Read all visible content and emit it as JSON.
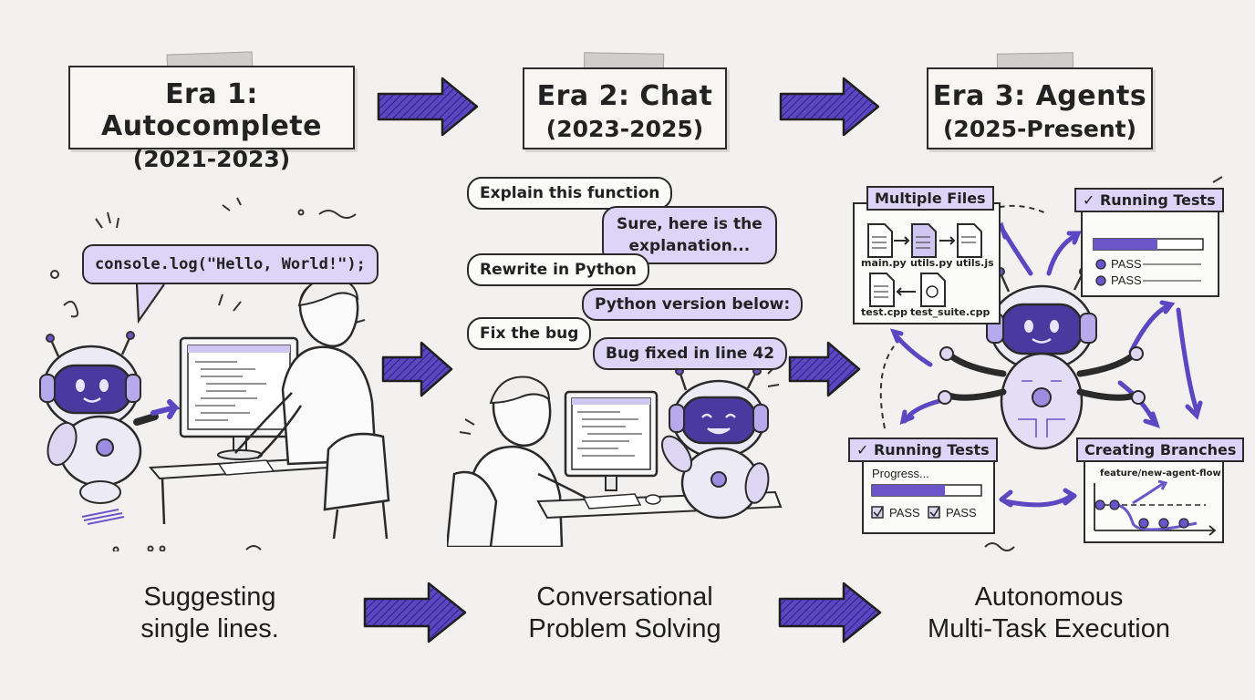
{
  "eras": [
    {
      "title": "Era 1: Autocomplete",
      "years": "(2021-2023)",
      "caption_line1": "Suggesting",
      "caption_line2": "single lines."
    },
    {
      "title": "Era 2: Chat",
      "years": "(2023-2025)",
      "caption_line1": "Conversational",
      "caption_line2": "Problem Solving"
    },
    {
      "title": "Era 3: Agents",
      "years": "(2025-Present)",
      "caption_line1": "Autonomous",
      "caption_line2": "Multi-Task Execution"
    }
  ],
  "era1": {
    "code_bubble": "console.log(\"Hello, World!\");"
  },
  "era2": {
    "bubbles": [
      "Explain this function",
      "Sure, here is the",
      "explanation...",
      "Rewrite in Python",
      "Python version below:",
      "Fix the bug",
      "Bug fixed in line 42"
    ]
  },
  "era3": {
    "multiple_files": {
      "title": "Multiple Files",
      "files": [
        "main.py",
        "utils.py",
        "utils.js",
        "test.cpp",
        "test_suite.cpp"
      ]
    },
    "running_tests_top": {
      "title": "✓ Running Tests",
      "results": [
        "PASS",
        "PASS"
      ]
    },
    "running_tests_bottom": {
      "title": "✓ Running Tests",
      "progress_label": "Progress...",
      "results": [
        "PASS",
        "PASS"
      ]
    },
    "creating_branches": {
      "title": "Creating Branches",
      "branch": "feature/new-agent-flow"
    }
  },
  "colors": {
    "accent": "#6a55c9",
    "accent_light": "#ddd5f7",
    "ink": "#2b2b2b",
    "paper": "#f2f1ef"
  }
}
